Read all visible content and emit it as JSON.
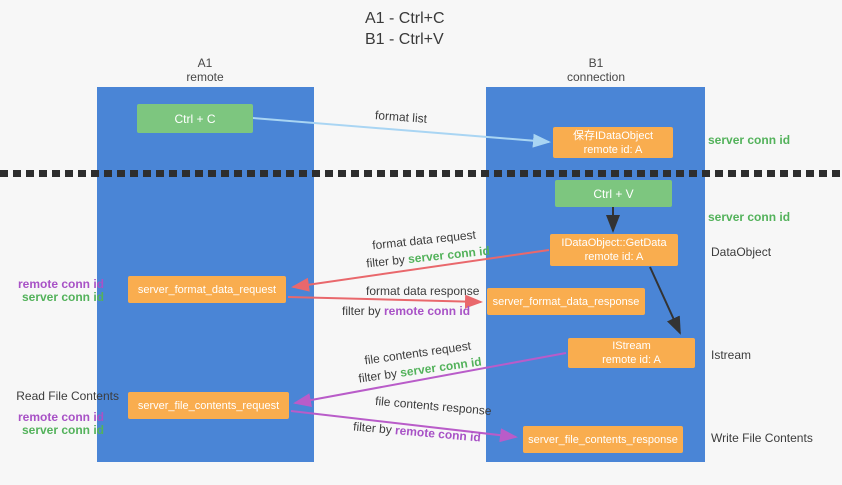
{
  "title": {
    "line1": "A1 - Ctrl+C",
    "line2": "B1 - Ctrl+V"
  },
  "columns": {
    "a1": {
      "name": "A1",
      "subtitle": "remote"
    },
    "b1": {
      "name": "B1",
      "subtitle": "connection"
    }
  },
  "boxes": {
    "ctrl_c": {
      "label": "Ctrl + C"
    },
    "save_idataobject": {
      "line1": "保存IDataObject",
      "line2": "remote id: A"
    },
    "ctrl_v": {
      "label": "Ctrl + V"
    },
    "getdata": {
      "line1": "IDataObject::GetData",
      "line2": "remote id: A"
    },
    "format_request": {
      "label": "server_format_data_request"
    },
    "format_response": {
      "label": "server_format_data_response"
    },
    "istream": {
      "line1": "IStream",
      "line2": "remote id: A"
    },
    "file_request": {
      "label": "server_file_contents_request"
    },
    "file_response": {
      "label": "server_file_contents_response"
    }
  },
  "side_labels": {
    "right": {
      "server_conn_id_1": "server conn id",
      "server_conn_id_2": "server conn id",
      "dataobject": "DataObject",
      "istream": "Istream",
      "write_file_contents": "Write File Contents"
    },
    "left": {
      "remote_conn_id_1": "remote conn id",
      "server_conn_id_1": "server conn id",
      "read_file_contents": "Read File Contents",
      "remote_conn_id_2": "remote conn id",
      "server_conn_id_2": "server conn id"
    }
  },
  "arrow_labels": {
    "format_list": "format list",
    "format_request": {
      "text": "format data request",
      "filter_prefix": "filter by ",
      "filter_id": "server conn id"
    },
    "format_response": {
      "text": "format data response",
      "filter_prefix": "filter by ",
      "filter_id": "remote conn id"
    },
    "file_request": {
      "text": "file contents request",
      "filter_prefix": "filter by ",
      "filter_id": "server conn id"
    },
    "file_response": {
      "text": "file contents response",
      "filter_prefix": "filter by ",
      "filter_id": "remote conn id"
    }
  },
  "colors": {
    "column_blue": "#4a85d6",
    "box_green": "#7dc67f",
    "box_orange": "#f9ad4f",
    "text_green": "#53b25b",
    "text_purple": "#a852c6",
    "arrow_red": "#e9686c",
    "arrow_purple": "#b95cc9",
    "arrow_lightblue": "#a9d5f3",
    "arrow_black": "#333333",
    "background": "#f7f7f7"
  }
}
